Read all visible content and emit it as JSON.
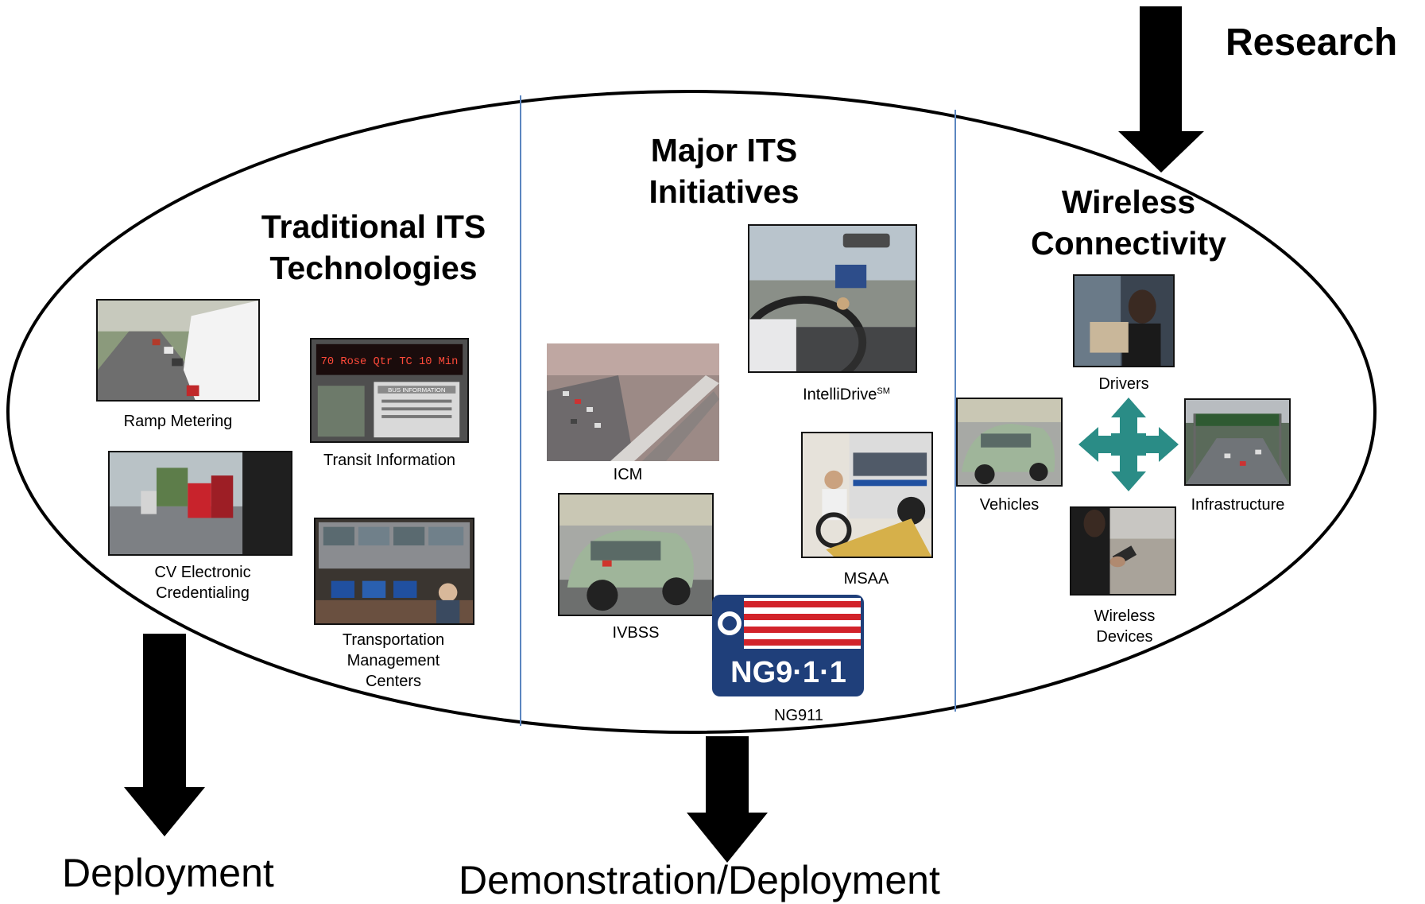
{
  "research_label": "Research",
  "deployment_left_label": "Deployment",
  "deployment_center_label": "Demonstration/Deployment",
  "sections": {
    "traditional": {
      "heading_line1": "Traditional ITS",
      "heading_line2": "Technologies",
      "items": {
        "ramp_metering": "Ramp Metering",
        "transit_information": "Transit Information",
        "cv_line1": "CV Electronic",
        "cv_line2": "Credentialing",
        "tmc_line1": "Transportation",
        "tmc_line2": "Management",
        "tmc_line3": "Centers"
      },
      "sign_text": "70 Rose Qtr TC 10 Min",
      "board_text": "BUS INFORMATION"
    },
    "major": {
      "heading_line1": "Major ITS",
      "heading_line2": "Initiatives",
      "items": {
        "intellidrive": "IntelliDrive",
        "intellidrive_sup": "SM",
        "icm": "ICM",
        "msaa": "MSAA",
        "ivbss": "IVBSS",
        "ng911_caption": "NG911"
      },
      "ng911_logo_text": "NG9·1·1"
    },
    "wireless": {
      "heading_line1": "Wireless",
      "heading_line2": "Connectivity",
      "items": {
        "drivers": "Drivers",
        "vehicles": "Vehicles",
        "infrastructure": "Infrastructure",
        "devices_line1": "Wireless",
        "devices_line2": "Devices"
      }
    }
  },
  "colors": {
    "arrow": "#000000",
    "ellipse": "#000000",
    "divider": "#5b86c0",
    "cross": "#2a8c86",
    "ng911_blue": "#1f3f7a",
    "ng911_red": "#d2232a"
  }
}
